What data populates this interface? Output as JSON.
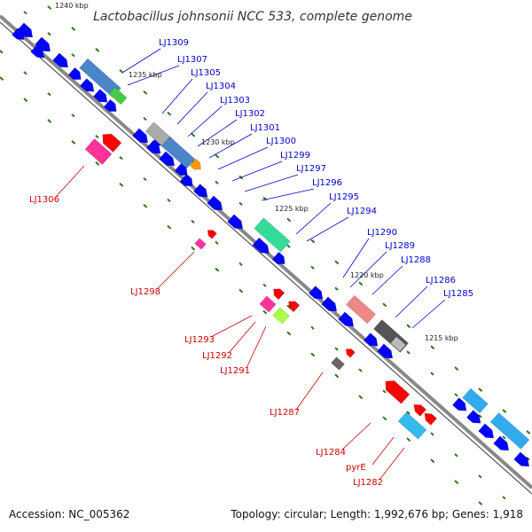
{
  "title": "Lactobacillus johnsonii NCC 533, complete genome",
  "footer": {
    "accession": "Accession: NC_005362",
    "summary": "Topology: circular; Length: 1,992,676 bp; Genes: 1,918"
  },
  "scale_labels": [
    "1240 kbp",
    "1235 kbp",
    "1230 kbp",
    "1225 kbp",
    "1220 kbp",
    "1215 kbp"
  ],
  "colors": {
    "forward_label": "#0000cc",
    "reverse_label": "#cc0000",
    "backbone": "#888888",
    "tick": "#2a7a1a",
    "gene_blue": "#0000ff"
  },
  "genes_forward": [
    "LJ1309",
    "LJ1307",
    "LJ1305",
    "LJ1304",
    "LJ1303",
    "LJ1302",
    "LJ1301",
    "LJ1300",
    "LJ1299",
    "LJ1297",
    "LJ1296",
    "LJ1295",
    "LJ1294",
    "LJ1290",
    "LJ1289",
    "LJ1288",
    "LJ1286",
    "LJ1285"
  ],
  "genes_reverse": [
    "LJ1306",
    "LJ1298",
    "LJ1293",
    "LJ1292",
    "LJ1291",
    "LJ1287",
    "LJ1284",
    "pyrE",
    "LJ1282"
  ]
}
